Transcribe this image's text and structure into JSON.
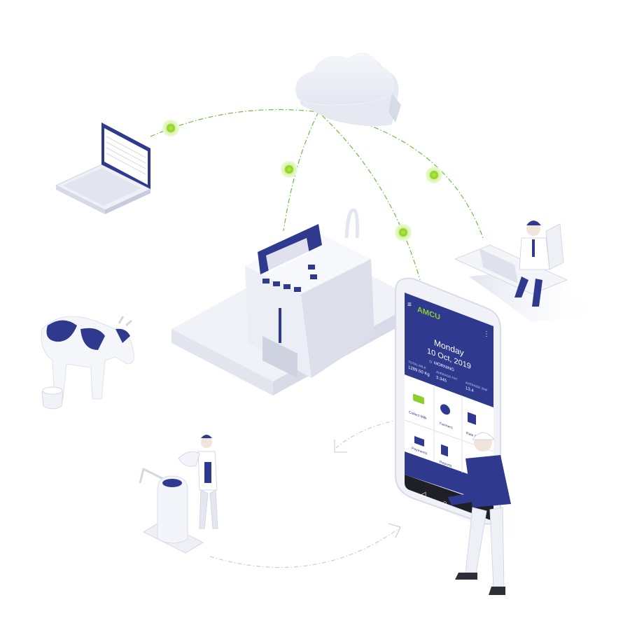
{
  "colors": {
    "brand_blue": "#2f3a8f",
    "node_green": "#8bd12a",
    "link_green": "#6cbf3c",
    "soft_gray": "#e8eaf3",
    "outline": "#c9cde0"
  },
  "phone": {
    "brand": "AMCU",
    "day": "Monday",
    "date": "10 Oct, 2019",
    "shift": "MORNING",
    "stats": [
      {
        "label": "TOTAL MILK",
        "value": "1289.50 Kg"
      },
      {
        "label": "AVERAGE FAT",
        "value": "3.345"
      },
      {
        "label": "AVERAGE SNF",
        "value": "13.4"
      }
    ],
    "tiles": [
      {
        "label": "Collect Milk",
        "icon": "truck-icon"
      },
      {
        "label": "Farmers",
        "icon": "farmer-icon"
      },
      {
        "label": "Rate Chart",
        "icon": "chart-icon"
      },
      {
        "label": "Payments",
        "icon": "payment-icon"
      },
      {
        "label": "Reports",
        "icon": "report-icon"
      }
    ]
  }
}
